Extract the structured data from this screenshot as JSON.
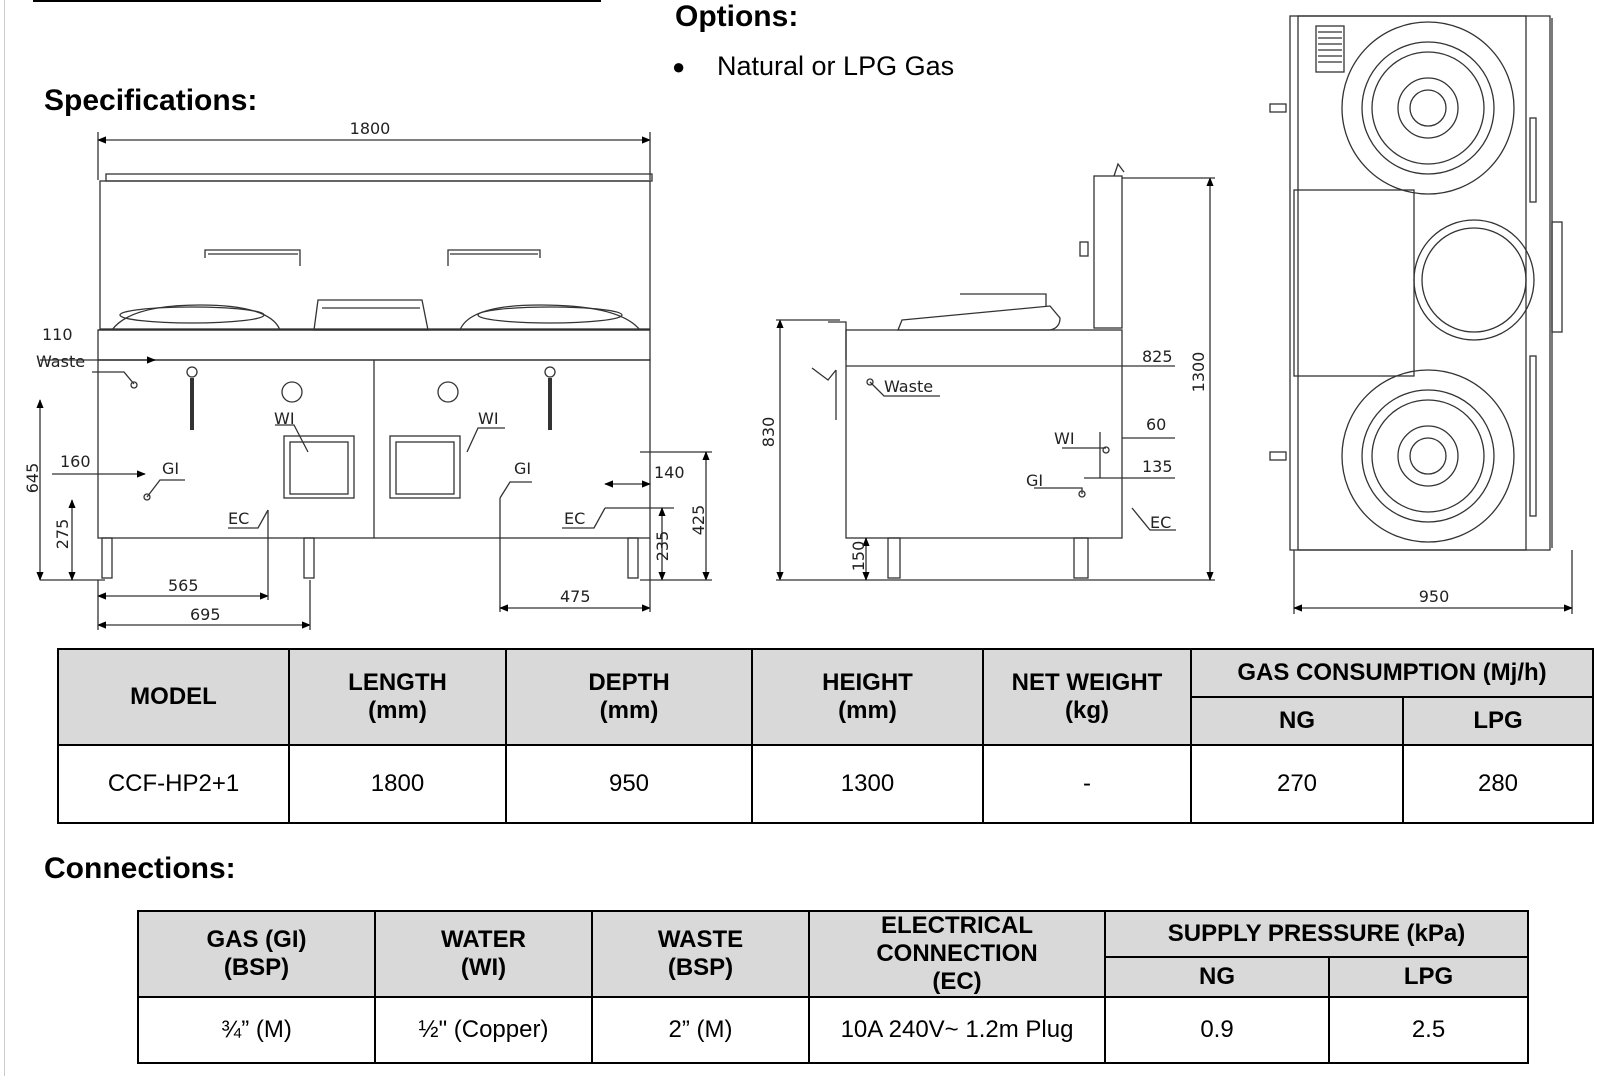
{
  "options": {
    "title": "Options:",
    "items": [
      "Natural or LPG Gas"
    ]
  },
  "specifications": {
    "title": "Specifications:",
    "front_view_dims": {
      "overall_length": "1800",
      "waste_offset": "110",
      "waste_label": "Waste",
      "height_645": "645",
      "gi_offset": "160",
      "gi_label": "GI",
      "gi_height": "275",
      "wi_label_left": "WI",
      "wi_label_right": "WI",
      "ec_label_left": "EC",
      "ec_label_right": "EC",
      "gi_label_right": "GI",
      "dim_565": "565",
      "dim_695": "695",
      "dim_140": "140",
      "dim_235": "235",
      "dim_425": "425",
      "dim_475": "475"
    },
    "side_view_dims": {
      "height_830": "830",
      "height_1300": "1300",
      "dim_825": "825",
      "waste_label": "Waste",
      "dim_60": "60",
      "wi_label": "WI",
      "dim_135": "135",
      "gi_label": "GI",
      "ec_label": "EC",
      "dim_150": "150"
    },
    "top_view_dims": {
      "depth_950": "950"
    },
    "table": {
      "headers": {
        "model": "MODEL",
        "length": "LENGTH\n(mm)",
        "length_l1": "LENGTH",
        "length_l2": "(mm)",
        "depth_l1": "DEPTH",
        "depth_l2": "(mm)",
        "height_l1": "HEIGHT",
        "height_l2": "(mm)",
        "weight_l1": "NET WEIGHT",
        "weight_l2": "(kg)",
        "gas": "GAS CONSUMPTION (Mj/h)",
        "ng": "NG",
        "lpg": "LPG"
      },
      "row": {
        "model": "CCF-HP2+1",
        "length": "1800",
        "depth": "950",
        "height": "1300",
        "weight": "-",
        "ng": "270",
        "lpg": "280"
      }
    }
  },
  "connections": {
    "title": "Connections:",
    "table": {
      "headers": {
        "gas_l1": "GAS (GI)",
        "gas_l2": "(BSP)",
        "water_l1": "WATER",
        "water_l2": "(WI)",
        "waste_l1": "WASTE",
        "waste_l2": "(BSP)",
        "elec_l1": "ELECTRICAL",
        "elec_l2": "CONNECTION",
        "elec_l3": "(EC)",
        "pressure": "SUPPLY PRESSURE (kPa)",
        "ng": "NG",
        "lpg": "LPG"
      },
      "row": {
        "gas": "¾” (M)",
        "water": "½\" (Copper)",
        "waste": "2” (M)",
        "elec": "10A 240V~ 1.2m Plug",
        "ng": "0.9",
        "lpg": "2.5"
      }
    }
  }
}
